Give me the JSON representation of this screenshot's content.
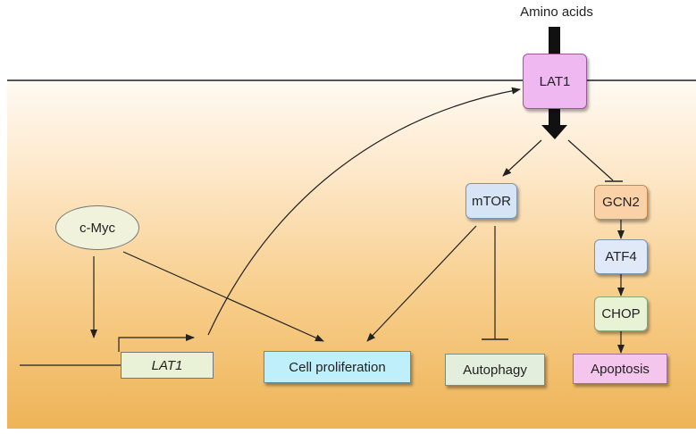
{
  "input": {
    "amino_acids": "Amino acids"
  },
  "transporter": {
    "label": "LAT1"
  },
  "regulator": {
    "label": "c-Myc"
  },
  "gene": {
    "label": "LAT1"
  },
  "signaling": {
    "mtor": "mTOR",
    "gcn2": "GCN2",
    "atf4": "ATF4",
    "chop": "CHOP"
  },
  "outcomes": {
    "proliferation": "Cell proliferation",
    "autophagy": "Autophagy",
    "apoptosis": "Apoptosis"
  },
  "colors": {
    "lat1_transporter": "#f0b8f0",
    "myc": "#f0f2dc",
    "gene": "#e9f2d6",
    "mtor": "#d6e4f6",
    "gcn2": "#fbd2a8",
    "atf4": "#dfe9f8",
    "chop": "#e8f3d6",
    "proliferation": "#bfeffa",
    "autophagy": "#e3eedd",
    "apoptosis": "#f4c6ee"
  }
}
